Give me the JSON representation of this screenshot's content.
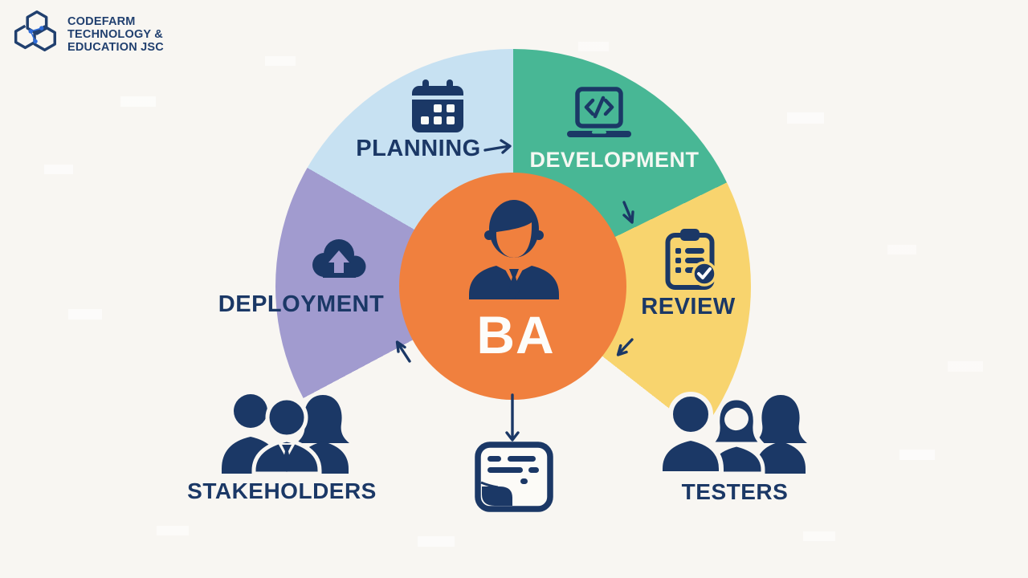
{
  "logo": {
    "icon": "hexagon-network-logo-icon",
    "lines": [
      "CODEFARM",
      "TECHNOLOGY &",
      "EDUCATION JSC"
    ]
  },
  "diagram": {
    "center": {
      "label": "BA",
      "icon": "business-analyst-icon",
      "color": "#F0803E"
    },
    "segments": [
      {
        "label": "PLANNING",
        "icon": "calendar-icon",
        "color": "#C7E1F2",
        "label_color": "#1B3866"
      },
      {
        "label": "DEVELOPMENT",
        "icon": "laptop-code-icon",
        "color": "#48B795",
        "label_color": "#F5F8F3"
      },
      {
        "label": "REVIEW",
        "icon": "clipboard-check-icon",
        "color": "#F8D46E",
        "label_color": "#1B3866"
      },
      {
        "label": "DEPLOYMENT",
        "icon": "cloud-upload-icon",
        "color": "#A19BCF",
        "label_color": "#1B3866"
      }
    ],
    "entities": [
      {
        "label": "STAKEHOLDERS",
        "icon": "stakeholders-group-icon"
      },
      {
        "label": "TESTERS",
        "icon": "testers-group-icon"
      }
    ],
    "artifact": {
      "icon": "document-icon"
    },
    "arrows": [
      "planning-to-development",
      "development-to-review",
      "review-to-ba",
      "stakeholders-to-deployment",
      "ba-to-document"
    ]
  },
  "colors": {
    "navy": "#1B3866",
    "background": "#F8F6F2",
    "logo_blue": "#21406F",
    "logo_accent": "#2E6BD8"
  }
}
